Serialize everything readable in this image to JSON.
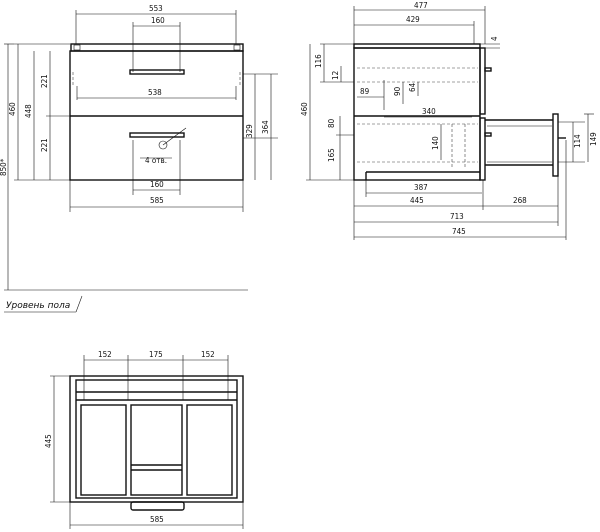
{
  "front": {
    "top_width": "553",
    "handle_top": "160",
    "inner_width": "538",
    "handle_bottom": "160",
    "bottom_width": "585",
    "h_total": "460",
    "h_body": "448",
    "h_upper": "221",
    "h_lower": "221",
    "h_right1": "329",
    "h_right2": "364",
    "holes_note": "4 отв."
  },
  "floor": {
    "height": "850*",
    "label": "Уровень пола"
  },
  "side": {
    "top_total": "477",
    "top_depth": "429",
    "d4": "4",
    "d116": "116",
    "d12": "12",
    "d89": "89",
    "d90": "90",
    "d64": "64",
    "d340": "340",
    "d80": "80",
    "d165": "165",
    "d140": "140",
    "d387": "387",
    "d445": "445",
    "d268": "268",
    "d713": "713",
    "d745": "745",
    "h460": "460",
    "d114": "114",
    "d149": "149"
  },
  "plan": {
    "w1": "152",
    "w2": "175",
    "w3": "152",
    "depth": "445",
    "width": "585"
  }
}
